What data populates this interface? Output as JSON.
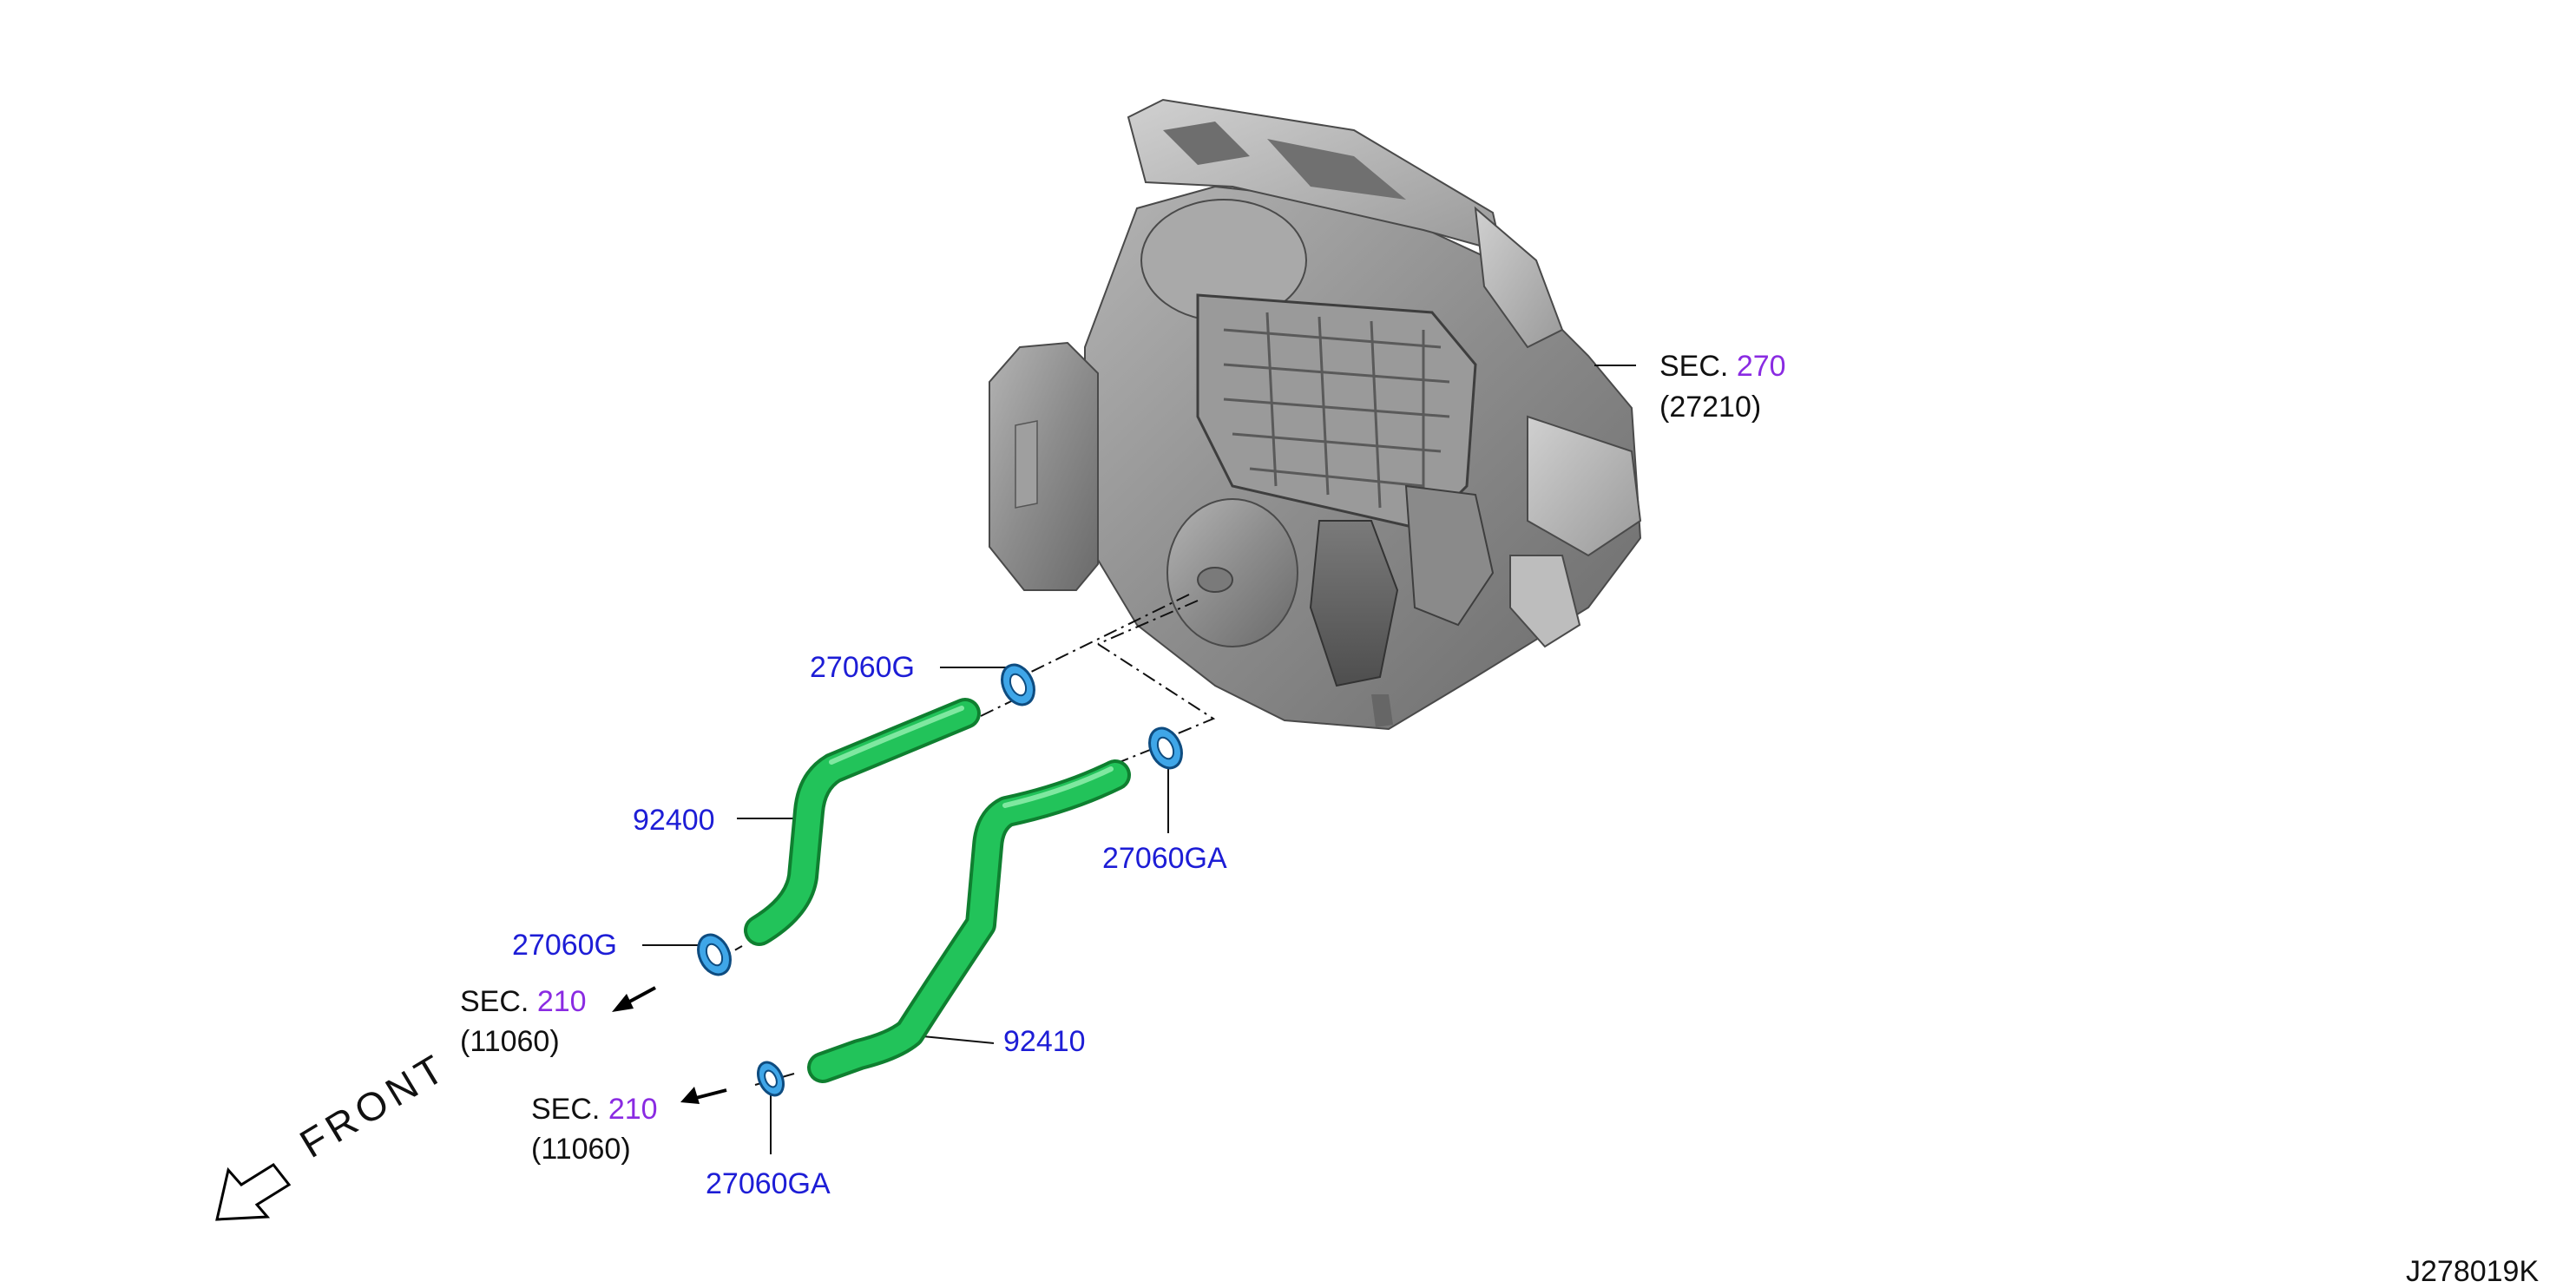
{
  "colors": {
    "part_number": "#1d1dd6",
    "section_link": "#8a2be2",
    "text": "#111111",
    "hose": "#1fb84f",
    "clamp": "#2a8fd6",
    "unit_body": "#8e8e8e"
  },
  "icons": {
    "front_arrow": "outline-arrow-down-left-icon",
    "direction_arrow": "arrow-down-left-icon"
  },
  "labels": {
    "clamp_upper_front": "27060G",
    "hose_front": "92400",
    "clamp_lower_front": "27060G",
    "clamp_upper_rear": "27060GA",
    "hose_rear": "92410",
    "clamp_lower_rear": "27060GA"
  },
  "sections": {
    "heater_unit": {
      "prefix": "SEC.",
      "number": "270",
      "part": "(27210)"
    },
    "engine_upper": {
      "prefix": "SEC.",
      "number": "210",
      "part": "(11060)"
    },
    "engine_lower": {
      "prefix": "SEC.",
      "number": "210",
      "part": "(11060)"
    }
  },
  "front_label": "FRONT",
  "diagram_id": "J278019K"
}
